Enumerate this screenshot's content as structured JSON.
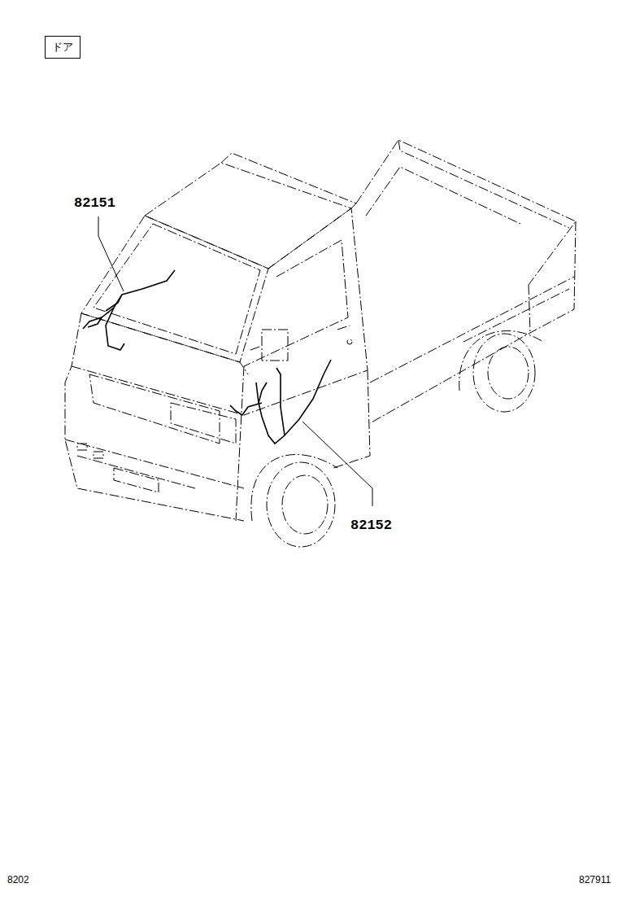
{
  "diagram": {
    "nodes": [
      {
        "text": [
          "ドア"
        ]
      }
    ],
    "labels": [
      "82151",
      "82152",
      "8202",
      "827911"
    ]
  }
}
